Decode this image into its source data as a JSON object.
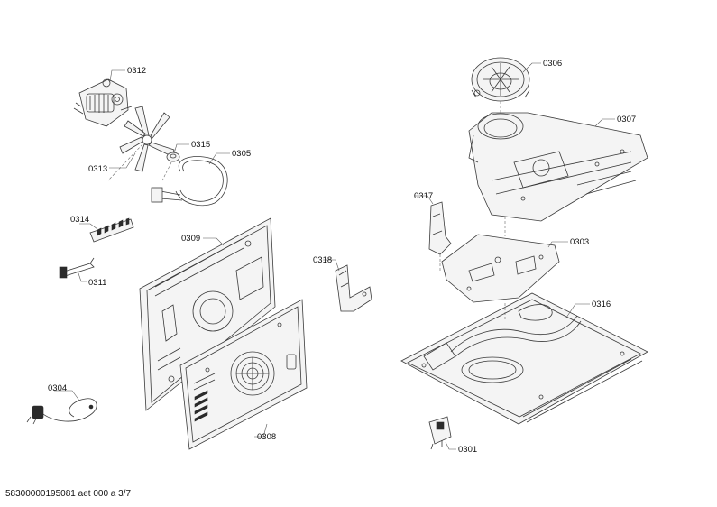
{
  "parts": [
    {
      "id": "0312",
      "label": "0312"
    },
    {
      "id": "0313",
      "label": "0313"
    },
    {
      "id": "0315",
      "label": "0315"
    },
    {
      "id": "0305",
      "label": "0305"
    },
    {
      "id": "0314",
      "label": "0314"
    },
    {
      "id": "0311",
      "label": "0311"
    },
    {
      "id": "0309",
      "label": "0309"
    },
    {
      "id": "0318",
      "label": "0318"
    },
    {
      "id": "0304",
      "label": "0304"
    },
    {
      "id": "0308",
      "label": "0308"
    },
    {
      "id": "0306",
      "label": "0306"
    },
    {
      "id": "0307",
      "label": "0307"
    },
    {
      "id": "0317",
      "label": "0317"
    },
    {
      "id": "0303",
      "label": "0303"
    },
    {
      "id": "0316",
      "label": "0316"
    },
    {
      "id": "0301",
      "label": "0301"
    }
  ],
  "footer": "58300000195081 aet 000 a 3/7"
}
